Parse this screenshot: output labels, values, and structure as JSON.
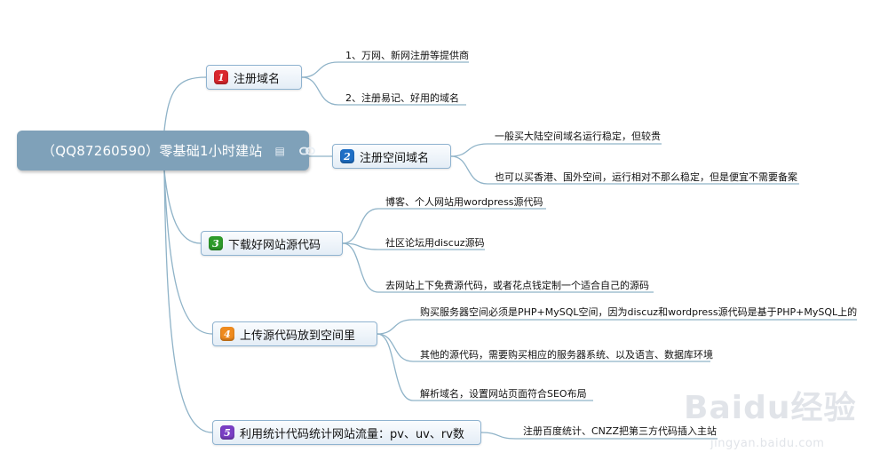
{
  "root": {
    "label": "（QQ87260590）零基础1小时建站",
    "note_icon": "note-icon",
    "link_icon": "link-icon"
  },
  "colors": {
    "root_bg": "#7fa1b9",
    "connector": "#8fb3c8",
    "badge_red": "#d9272e",
    "badge_blue": "#1e6fc6",
    "badge_green": "#2e9b2a",
    "badge_orange": "#ef8b1e",
    "badge_purple": "#7a3fc4"
  },
  "topics": [
    {
      "number": "1",
      "label": "注册域名",
      "badge_color": "#d9272e",
      "children": [
        "1、万网、新网注册等提供商",
        "2、注册易记、好用的域名"
      ]
    },
    {
      "number": "2",
      "label": "注册空间域名",
      "badge_color": "#1e6fc6",
      "children": [
        "一般买大陆空间域名运行稳定，但较贵",
        "也可以买香港、国外空间，运行相对不那么稳定，但是便宜不需要备案"
      ]
    },
    {
      "number": "3",
      "label": "下载好网站源代码",
      "badge_color": "#2e9b2a",
      "children": [
        "博客、个人网站用wordpress源代码",
        "社区论坛用discuz源码",
        "去网站上下免费源代码，或者花点钱定制一个适合自己的源码"
      ]
    },
    {
      "number": "4",
      "label": "上传源代码放到空间里",
      "badge_color": "#ef8b1e",
      "children": [
        "购买服务器空间必须是PHP+MySQL空间，因为discuz和wordpress源代码是基于PHP+MySQL上的",
        "其他的源代码，需要购买相应的服务器系统、以及语言、数据库环境",
        "解析域名，设置网站页面符合SEO布局"
      ]
    },
    {
      "number": "5",
      "label": "利用统计代码统计网站流量：pv、uv、rv数",
      "badge_color": "#7a3fc4",
      "children": [
        "注册百度统计、CNZZ把第三方代码插入主站"
      ]
    }
  ],
  "watermark": {
    "logo": "Baidu经验",
    "url": "jingyan.baidu.com"
  }
}
